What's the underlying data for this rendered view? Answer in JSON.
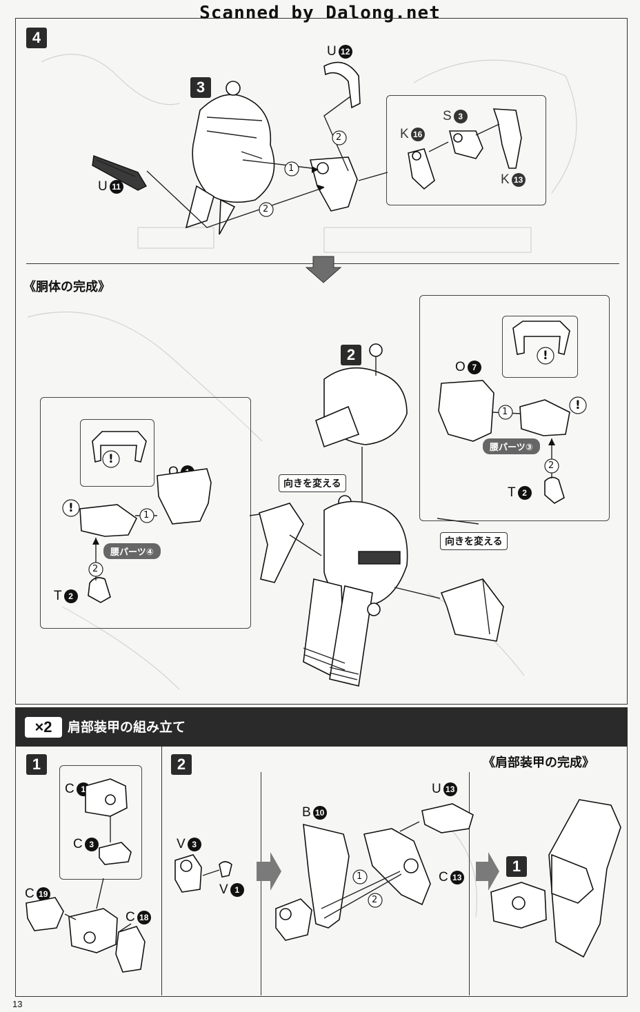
{
  "watermark": "Scanned by Dalong.net",
  "page_number": "13",
  "step4": {
    "badge": "4",
    "ref_badge": "3",
    "parts": {
      "u12": {
        "letter": "U",
        "num": "12"
      },
      "s3": {
        "letter": "S",
        "num": "3"
      },
      "k16": {
        "letter": "K",
        "num": "16"
      },
      "k13": {
        "letter": "K",
        "num": "13"
      },
      "u11": {
        "letter": "U",
        "num": "11"
      }
    },
    "sequence": [
      "1",
      "2",
      "2"
    ]
  },
  "torso_complete": {
    "title": "《胴体の完成》",
    "ref_badge": "2",
    "turn_label_1": "向きを変える",
    "turn_label_2": "向きを変える",
    "left_callout": {
      "waist_label": "腰パーツ④",
      "o1": {
        "letter": "O",
        "num": "1"
      },
      "t2": {
        "letter": "T",
        "num": "2"
      },
      "seq": [
        "1",
        "2"
      ]
    },
    "right_callout": {
      "waist_label": "腰パーツ③",
      "o7": {
        "letter": "O",
        "num": "7"
      },
      "t2": {
        "letter": "T",
        "num": "2"
      },
      "seq": [
        "1",
        "2"
      ]
    },
    "warning_glyph": "!"
  },
  "shoulder_section": {
    "multiplier": "×2",
    "title": "肩部装甲の組み立て",
    "step1": {
      "badge": "1",
      "c1": {
        "letter": "C",
        "num": "1"
      },
      "c3": {
        "letter": "C",
        "num": "3"
      },
      "c19": {
        "letter": "C",
        "num": "19"
      },
      "c18": {
        "letter": "C",
        "num": "18"
      }
    },
    "step2": {
      "badge": "2",
      "v3": {
        "letter": "V",
        "num": "3"
      },
      "v1": {
        "letter": "V",
        "num": "1"
      },
      "b10": {
        "letter": "B",
        "num": "10"
      },
      "u13": {
        "letter": "U",
        "num": "13"
      },
      "c13": {
        "letter": "C",
        "num": "13"
      },
      "seq": [
        "1",
        "2"
      ]
    },
    "complete": {
      "title": "《肩部装甲の完成》",
      "ref_badge": "1"
    }
  }
}
